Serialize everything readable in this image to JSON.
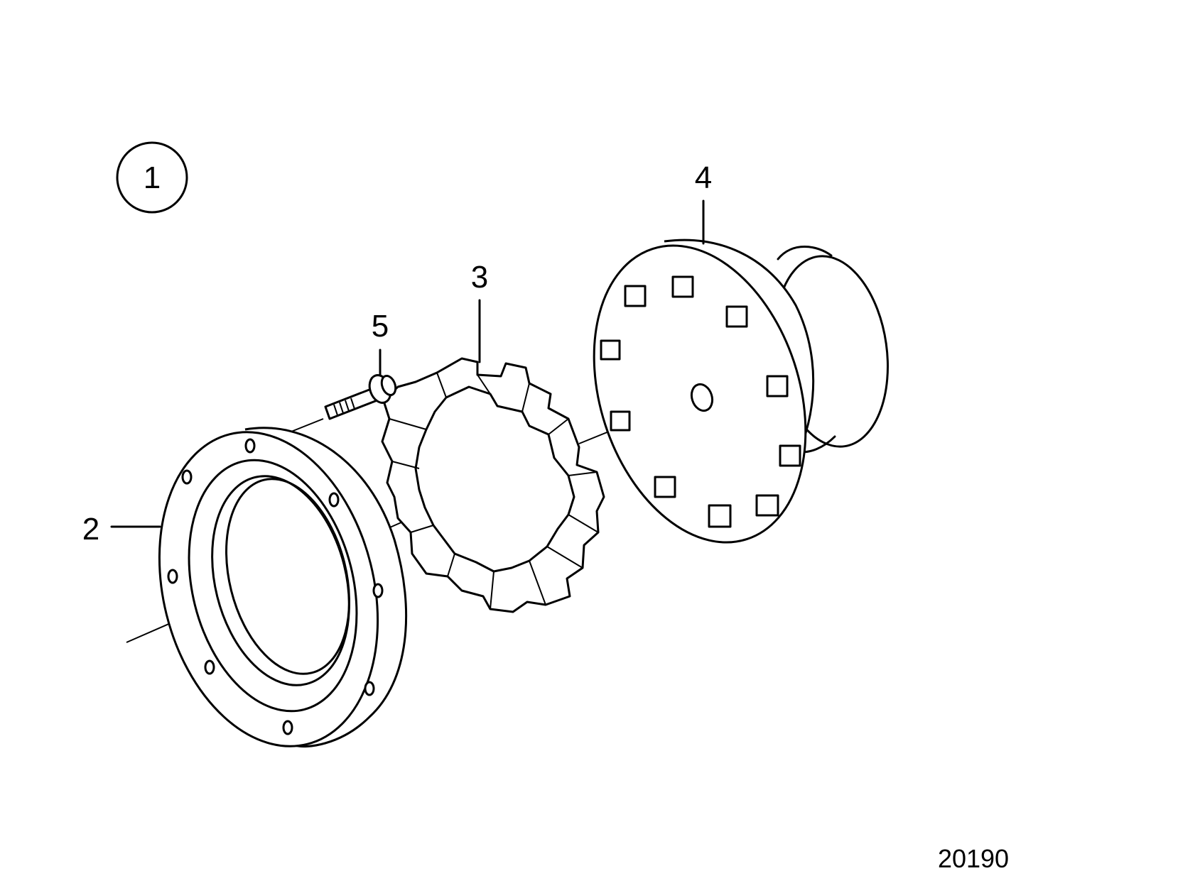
{
  "view_number": "1",
  "figure_ref": "20190",
  "callouts": [
    {
      "id": "callout-2",
      "text": "2"
    },
    {
      "id": "callout-3",
      "text": "3"
    },
    {
      "id": "callout-4",
      "text": "4"
    },
    {
      "id": "callout-5",
      "text": "5"
    }
  ],
  "parts": [
    {
      "callout": "2",
      "icon": "flange-housing"
    },
    {
      "callout": "3",
      "icon": "rubber-coupling-element"
    },
    {
      "callout": "4",
      "icon": "coupling-hub-with-dogs"
    },
    {
      "callout": "5",
      "icon": "bolt"
    }
  ]
}
